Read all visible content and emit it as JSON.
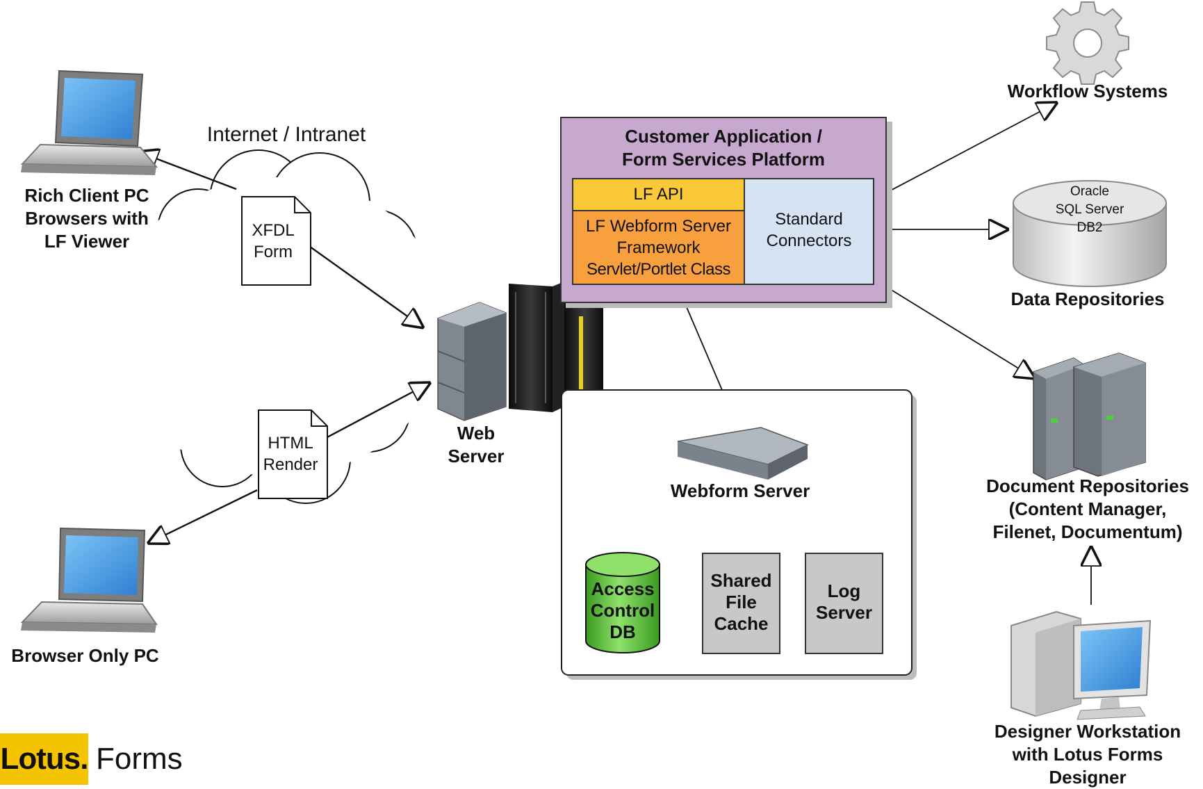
{
  "cloud_label": "Internet / Intranet",
  "clients": {
    "rich_client": [
      "Rich Client PC",
      "Browsers with",
      "LF Viewer"
    ],
    "browser_only": "Browser Only PC"
  },
  "documents": {
    "xfdl": [
      "XFDL",
      "Form"
    ],
    "html": [
      "HTML",
      "Render"
    ]
  },
  "web_server": [
    "Web",
    "Server"
  ],
  "platform": {
    "title": [
      "Customer Application /",
      "Form Services Platform"
    ],
    "lf_api": "LF API",
    "framework": [
      "LF Webform Server",
      "Framework",
      "Servlet/Portlet Class"
    ],
    "connectors": [
      "Standard",
      "Connectors"
    ]
  },
  "webform_cluster": {
    "server_label": "Webform Server",
    "access_db": [
      "Access",
      "Control",
      "DB"
    ],
    "shared_cache": [
      "Shared",
      "File",
      "Cache"
    ],
    "log_server": [
      "Log",
      "Server"
    ]
  },
  "right_side": {
    "workflow": "Workflow Systems",
    "db_names": [
      "Oracle",
      "SQL Server",
      "DB2"
    ],
    "data_repos": "Data Repositories",
    "doc_repos": [
      "Document Repositories",
      "(Content Manager,",
      "Filenet, Documentum)"
    ],
    "designer": [
      "Designer Workstation",
      "with Lotus Forms",
      "Designer"
    ]
  },
  "logo": {
    "brand": "Lotus.",
    "product": "Forms"
  },
  "colors": {
    "platform_bg": "#c7a8cf",
    "lf_api": "#f9c937",
    "framework": "#f8a03d",
    "connectors": "#d5e3f3",
    "access_db": "#5cbf3c",
    "gray_box": "#c8c8c8",
    "logo_yellow": "#f5c400"
  }
}
